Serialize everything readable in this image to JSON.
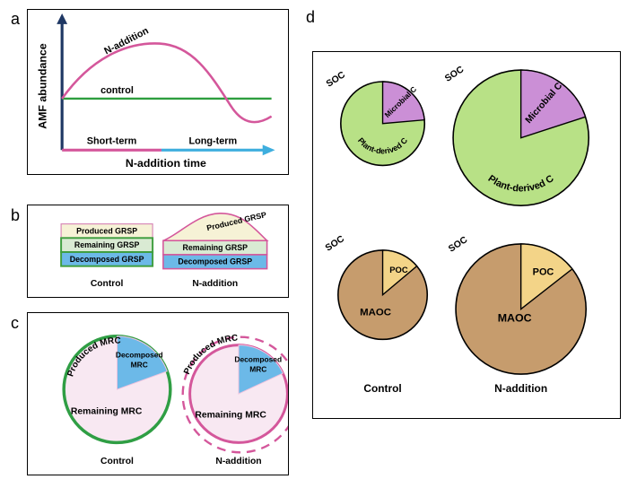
{
  "panel_a": {
    "letter": "a",
    "y_axis_label": "AMF abundance",
    "x_axis_label": "N-addition time",
    "curve_label": "N-addition",
    "control_label": "control",
    "short_term_label": "Short-term",
    "long_term_label": "Long-term"
  },
  "panel_b": {
    "letter": "b",
    "control": {
      "produced_label": "Produced GRSP",
      "remaining_label": "Remaining GRSP",
      "decomposed_label": "Decomposed GRSP",
      "caption": "Control"
    },
    "n_addition": {
      "produced_label": "Produced GRSP",
      "remaining_label": "Remaining GRSP",
      "decomposed_label": "Decomposed GRSP",
      "caption": "N-addition"
    }
  },
  "panel_c": {
    "letter": "c",
    "control": {
      "produced_label": "Produced MRC",
      "remaining_label": "Remaining MRC",
      "decomposed_label_line1": "Decomposed",
      "decomposed_label_line2": "MRC",
      "caption": "Control"
    },
    "n_addition": {
      "produced_label": "Produced MRC",
      "remaining_label": "Remaining MRC",
      "decomposed_label_line1": "Decomposed",
      "decomposed_label_line2": "MRC",
      "caption": "N-addition"
    }
  },
  "panel_d": {
    "letter": "d",
    "control_carbon_pie": {
      "soc_label": "SOC",
      "microbial_label": "Microbial C",
      "plant_label": "Plant-derived C"
    },
    "n_addition_carbon_pie": {
      "soc_label": "SOC",
      "microbial_label": "Microbial C",
      "plant_label": "Plant-derived C"
    },
    "control_fraction_pie": {
      "soc_label": "SOC",
      "poc_label": "POC",
      "maoc_label": "MAOC"
    },
    "n_addition_fraction_pie": {
      "soc_label": "SOC",
      "poc_label": "POC",
      "maoc_label": "MAOC"
    },
    "control_caption": "Control",
    "n_addition_caption": "N-addition"
  },
  "colors": {
    "curve_pink": "#d4579b",
    "control_green": "#2e9e3e",
    "axis_navy": "#1f3864",
    "long_term_blue": "#3eaede",
    "produced_cream": "#f6f2d6",
    "remaining_light_green": "#d9ead3",
    "remaining_green_border": "#3f9e3f",
    "decomposed_blue": "#6cb9e8",
    "mrc_light_pink": "#f8e8f2",
    "pie_green": "#b8e186",
    "pie_purple": "#cb8fd6",
    "pie_brown": "#c69c6d",
    "pie_gold": "#f3d488"
  }
}
